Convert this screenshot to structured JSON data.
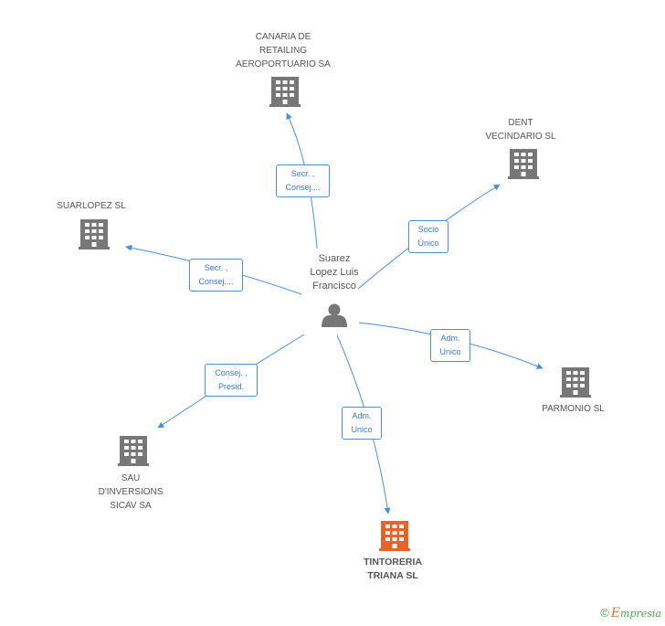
{
  "center": {
    "lines": [
      "Suarez",
      "Lopez Luis",
      "Francisco"
    ]
  },
  "companies": [
    {
      "id": "canaria",
      "lines": [
        "CANARIA DE",
        "RETAILING",
        "AEROPORTUARIO SA"
      ]
    },
    {
      "id": "dent",
      "lines": [
        "DENT",
        "VECINDARIO SL"
      ]
    },
    {
      "id": "suarlopez",
      "lines": [
        "SUARLOPEZ SL"
      ]
    },
    {
      "id": "parmonio",
      "lines": [
        "PARMONIO SL"
      ]
    },
    {
      "id": "sau",
      "lines": [
        "SAU",
        "D'INVERSIONS",
        "SICAV SA"
      ]
    },
    {
      "id": "tintoreria",
      "lines": [
        "TINTORERIA",
        "TRIANA SL"
      ],
      "highlight": true
    }
  ],
  "relations": [
    {
      "target": "canaria",
      "lines": [
        "Secr. ,",
        "Consej...."
      ]
    },
    {
      "target": "dent",
      "lines": [
        "Socio",
        "Único"
      ]
    },
    {
      "target": "suarlopez",
      "lines": [
        "Secr. ,",
        "Consej...."
      ]
    },
    {
      "target": "parmonio",
      "lines": [
        "Adm.",
        "Unico"
      ]
    },
    {
      "target": "sau",
      "lines": [
        "Consej. ,",
        "Presid."
      ]
    },
    {
      "target": "tintoreria",
      "lines": [
        "Adm.",
        "Unico"
      ]
    }
  ],
  "colors": {
    "edge": "#4a90d9",
    "building": "#777777",
    "highlight": "#e8622c",
    "person": "#777777"
  },
  "copyright": {
    "symbol": "©",
    "brand_first": "E",
    "brand_rest": "mpresia"
  }
}
